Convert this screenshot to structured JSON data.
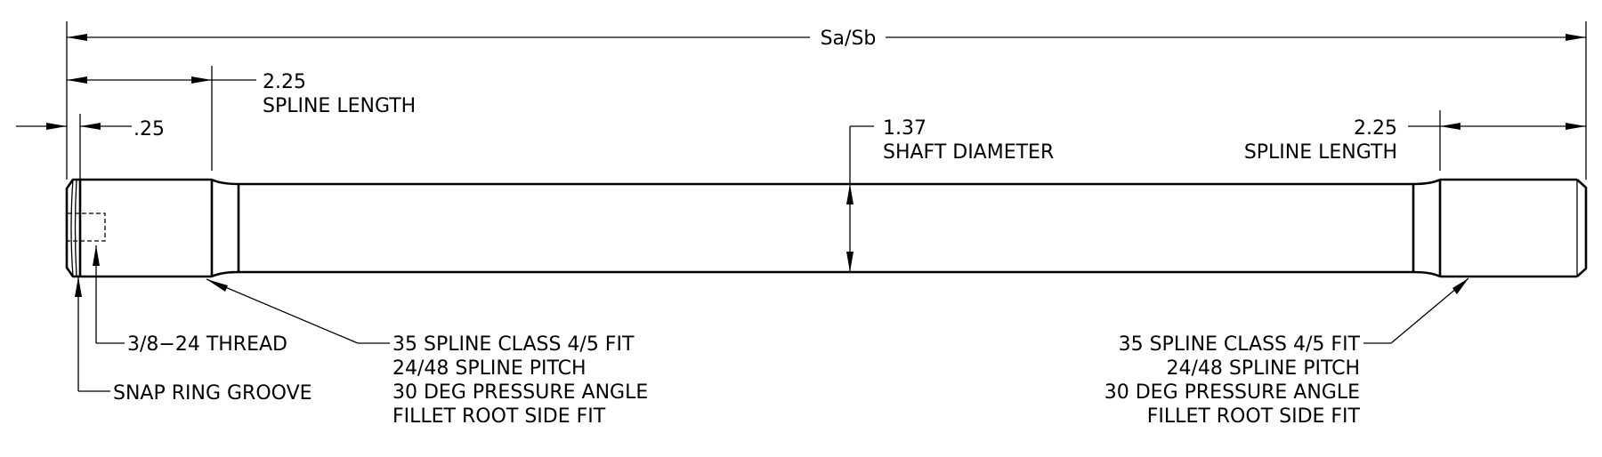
{
  "overall_dim": {
    "label": "Sa/Sb"
  },
  "left_spline": {
    "value": "2.25",
    "label": "SPLINE LENGTH"
  },
  "right_spline": {
    "value": "2.25",
    "label": "SPLINE LENGTH"
  },
  "groove_offset": {
    "value": ".25"
  },
  "shaft_diameter": {
    "value": "1.37",
    "label": "SHAFT DIAMETER"
  },
  "thread": {
    "label": "3/8−24 THREAD"
  },
  "snap_ring": {
    "label": "SNAP RING GROOVE"
  },
  "spline_spec_left": {
    "lines": [
      "35 SPLINE CLASS 4/5 FIT",
      "24/48 SPLINE PITCH",
      "30 DEG PRESSURE ANGLE",
      "FILLET ROOT SIDE FIT"
    ]
  },
  "spline_spec_right": {
    "lines": [
      "35 SPLINE CLASS 4/5 FIT",
      "24/48 SPLINE PITCH",
      "30 DEG PRESSURE ANGLE",
      "FILLET ROOT SIDE FIT"
    ]
  }
}
